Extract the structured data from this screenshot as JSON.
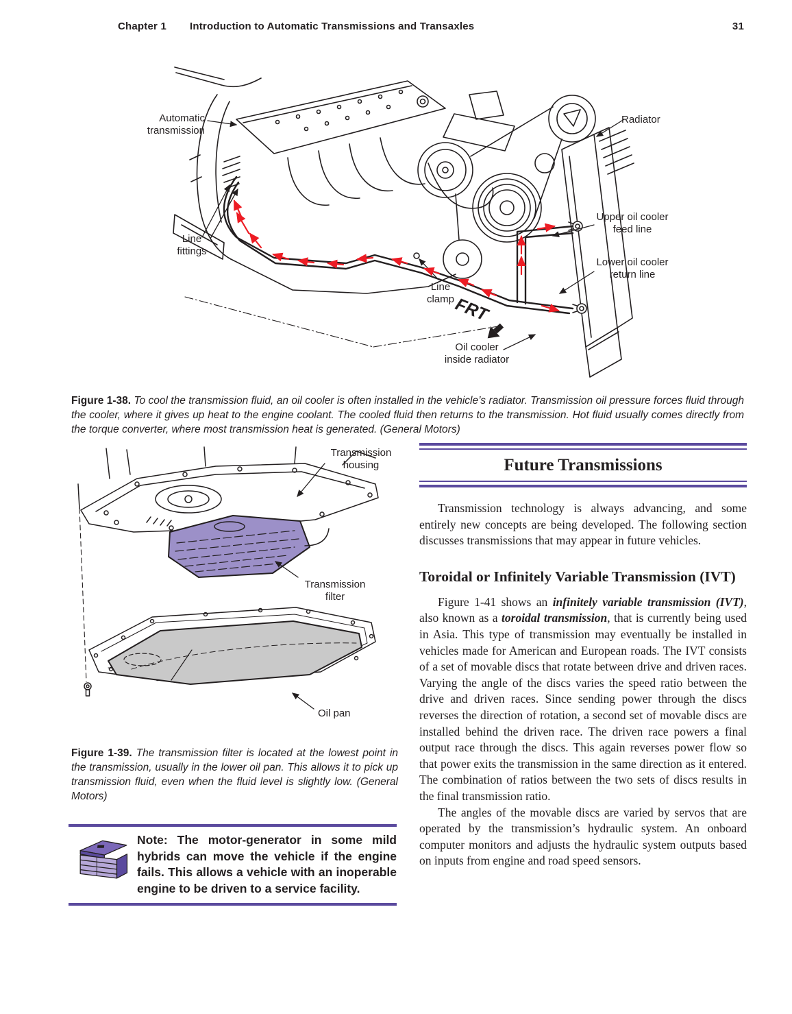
{
  "header": {
    "chapter": "Chapter 1",
    "title": "Introduction to Automatic Transmissions and Transaxles",
    "page_number": "31"
  },
  "figure_1_38": {
    "labels": {
      "automatic_transmission": "Automatic\ntransmission",
      "radiator": "Radiator",
      "line_fittings": "Line\nfittings",
      "line_clamp": "Line\nclamp",
      "upper_oil_cooler_feed_line": "Upper oil cooler\nfeed line",
      "lower_oil_cooler_return_line": "Lower oil cooler\nreturn line",
      "frt": "FRT",
      "oil_cooler_inside_radiator": "Oil cooler\ninside radiator"
    },
    "caption_label": "Figure 1-38.",
    "caption_text": " To cool the transmission fluid, an oil cooler is often installed in the vehicle’s radiator. Transmission oil pressure forces fluid through the cooler, where it gives up heat to the engine coolant. The cooled fluid then returns to the transmission. Hot fluid usually comes directly from the torque converter, where most transmission heat is generated. (General Motors)"
  },
  "figure_1_39": {
    "labels": {
      "transmission_housing": "Transmission\nhousing",
      "transmission_filter": "Transmission\nfilter",
      "oil_pan": "Oil pan"
    },
    "caption_label": "Figure 1-39.",
    "caption_text": " The transmission filter is located at the lowest point in the transmission, usually in the lower oil pan. This allows it to pick up transmission fluid, even when the fluid level is slightly low. (General Motors)"
  },
  "note": {
    "icon": "toolbox-icon",
    "text": "Note: The motor-generator in some mild hybrids can move the vehicle if the engine fails. This allows a vehicle with an inoperable engine to be driven to a service facility."
  },
  "future_transmissions": {
    "heading": "Future Transmissions",
    "p1": "Transmission technology is always advancing, and some entirely new concepts are being developed. The following section discusses transmissions that may appear in future vehicles.",
    "subheading": "Toroidal or Infinitely Variable Transmission (IVT)",
    "p2": {
      "seg1": "Figure 1-41 shows an ",
      "bold1": "infinitely variable transmission (IVT)",
      "seg2": ", also known as a ",
      "bold2": "toroidal transmission",
      "seg3": ", that is currently being used in Asia. This type of transmission may eventually be installed in vehicles made for American and European roads. The IVT consists of a set of movable discs that rotate between drive and driven races. Varying the angle of the discs varies the speed ratio between the drive and driven races. Since sending power through the discs reverses the direction of rotation, a second set of movable discs are installed behind the driven race. The driven race powers a final output race through the discs. This again reverses power flow so that power exits the transmission in the same direction as it entered. The combination of ratios between the two sets of discs results in the final transmission ratio."
    },
    "p3": "The angles of the movable discs are varied by servos that are operated by the transmission’s hydraulic system. An onboard computer monitors and adjusts the hydraulic system outputs based on inputs from engine and road speed sensors."
  },
  "colors": {
    "accent_purple": "#5b4a9e",
    "light_purple": "#b6a8d9",
    "filter_purple": "#9c90c8",
    "pan_gray": "#c9c9c9",
    "arrow_red": "#ed1c24",
    "ink": "#231f20"
  }
}
